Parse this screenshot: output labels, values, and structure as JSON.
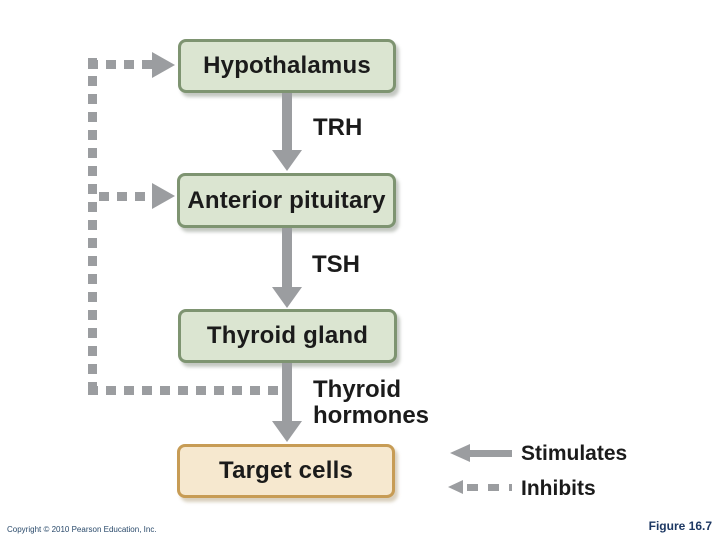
{
  "boxes": {
    "hypothalamus": {
      "label": "Hypothalamus"
    },
    "anterior_pituitary": {
      "label": "Anterior pituitary"
    },
    "thyroid_gland": {
      "label": "Thyroid gland"
    },
    "target_cells": {
      "label": "Target cells"
    }
  },
  "hormones": {
    "trh": "TRH",
    "tsh": "TSH",
    "thyroid_hormones_line1": "Thyroid",
    "thyroid_hormones_line2": "hormones"
  },
  "legend": {
    "stimulates": "Stimulates",
    "inhibits": "Inhibits"
  },
  "footer": {
    "copyright": "Copyright © 2010 Pearson Education, Inc.",
    "figure_label": "Figure 16.7"
  },
  "icons": {
    "flow_arrow": "solid-gray-down-arrow",
    "feedback_arrow": "dashed-gray-right-arrow",
    "stimulates_arrow": "solid-gray-left-arrow",
    "inhibits_arrow": "dashed-gray-left-arrow"
  },
  "colors": {
    "box_green_fill": "#dbe5d1",
    "box_green_border": "#7e9471",
    "box_tan_fill": "#f6e8cf",
    "box_tan_border": "#c79c55",
    "arrow_gray": "#9b9da0",
    "text_black": "#1b1b1b",
    "copyright_blue": "#2a4a6b",
    "figure_label_blue": "#1d3863",
    "background": "#ffffff"
  }
}
